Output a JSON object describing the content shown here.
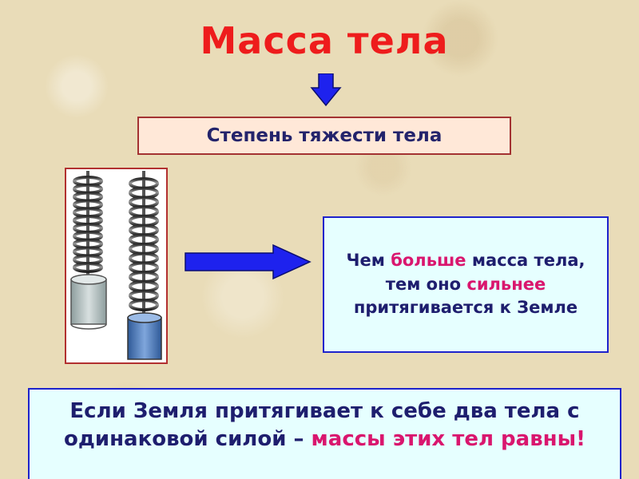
{
  "title": "Масса тела",
  "degree_box": {
    "text": "Степень тяжести тела"
  },
  "note": {
    "part1": "Чем ",
    "highlight1": "больше",
    "part2": " масса тела, тем оно ",
    "highlight2": "сильнее",
    "part3": " притягивается к Земле"
  },
  "conclusion": {
    "part1": "Если Земля притягивает к себе два тела с одинаковой силой – ",
    "highlight": "массы этих тел равны!"
  },
  "colors": {
    "title": "#ee1c1c",
    "arrow": "#1e22ee",
    "text": "#1e1e6e",
    "highlight": "#d9166e",
    "box_fill": "#e6ffff",
    "box_border": "#1e22cc",
    "degree_fill": "#ffe8d8",
    "degree_border": "#a33232",
    "frame_border": "#b23030",
    "light_weight": "#b8c4c4",
    "heavy_weight": "#4f78b8"
  },
  "icons": {
    "down_arrow": "down-arrow-icon",
    "right_arrow": "right-arrow-icon",
    "springs": "spring-scales-illustration"
  }
}
